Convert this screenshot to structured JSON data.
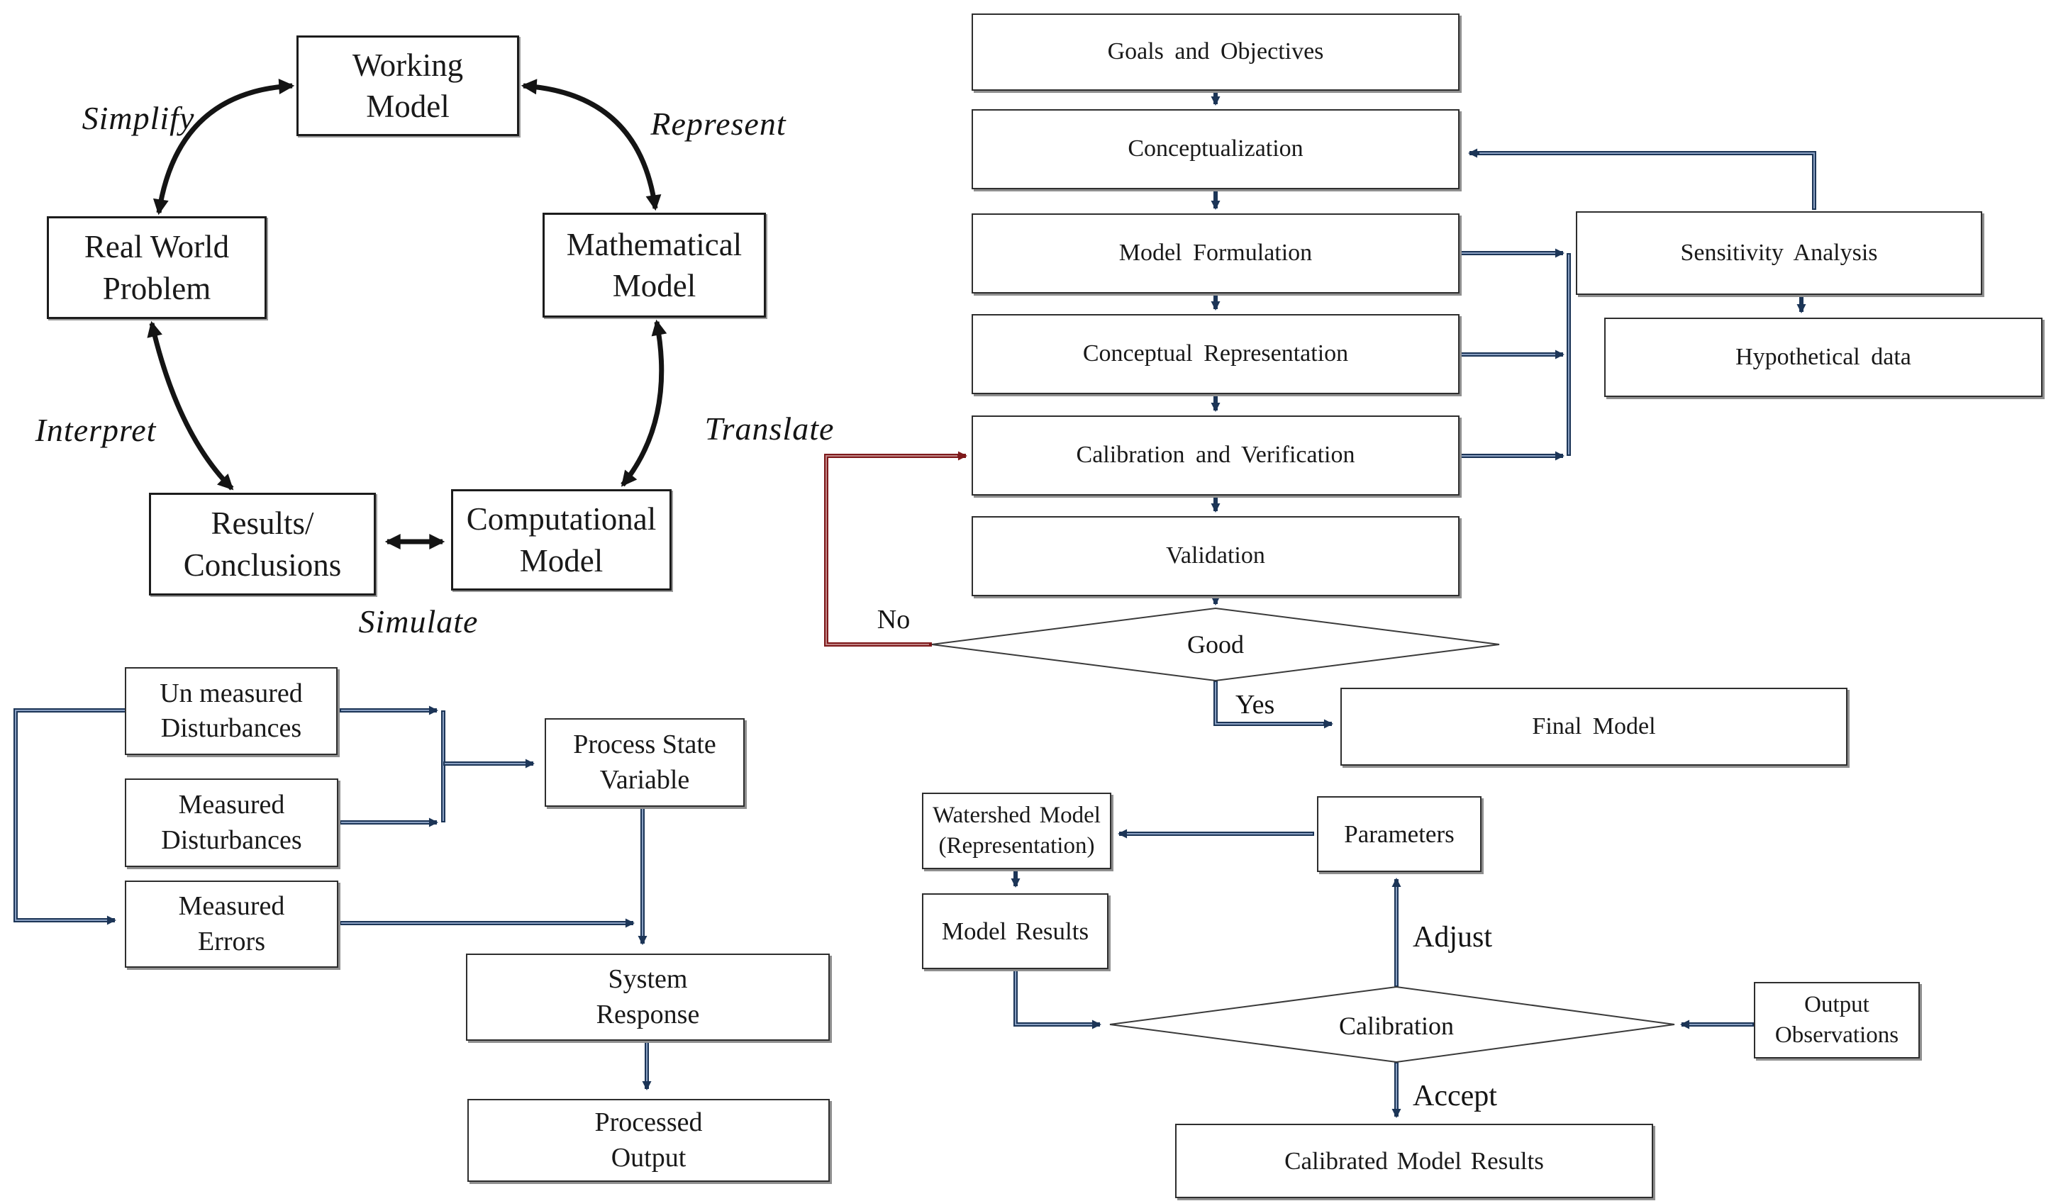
{
  "cycle": {
    "boxes": {
      "working_model": "Working\nModel",
      "real_world_problem": "Real World\nProblem",
      "mathematical_model": "Mathematical\nModel",
      "results_conclusions": "Results/\nConclusions",
      "computational_model": "Computational\nModel"
    },
    "labels": {
      "simplify": "Simplify",
      "represent": "Represent",
      "translate": "Translate",
      "simulate": "Simulate",
      "interpret": "Interpret"
    }
  },
  "flowchart": {
    "steps": {
      "goals": "Goals and Objectives",
      "conceptualization": "Conceptualization",
      "model_formulation": "Model Formulation",
      "conceptual_representation": "Conceptual Representation",
      "calibration_verification": "Calibration and Verification",
      "validation": "Validation"
    },
    "decision": "Good",
    "yes": "Yes",
    "no": "No",
    "final_model": "Final Model",
    "sensitivity_analysis": "Sensitivity Analysis",
    "hypothetical_data": "Hypothetical data"
  },
  "process_io": {
    "boxes": {
      "unmeasured_disturbances": "Un measured\nDisturbances",
      "measured_disturbances": "Measured\nDisturbances",
      "measured_errors": "Measured\nErrors",
      "process_state_variable": "Process State\nVariable",
      "system_response": "System\nResponse",
      "processed_output": "Processed\nOutput"
    }
  },
  "calibration": {
    "boxes": {
      "watershed_model": "Watershed Model\n(Representation)",
      "parameters": "Parameters",
      "model_results": "Model Results",
      "output_observations": "Output\nObservations",
      "calibrated_model_results": "Calibrated Model Results"
    },
    "decision": "Calibration",
    "adjust": "Adjust",
    "accept": "Accept"
  },
  "colors": {
    "connector_navy": "#1c3557",
    "connector_red": "#7e191b",
    "arrow_black": "#141414"
  }
}
